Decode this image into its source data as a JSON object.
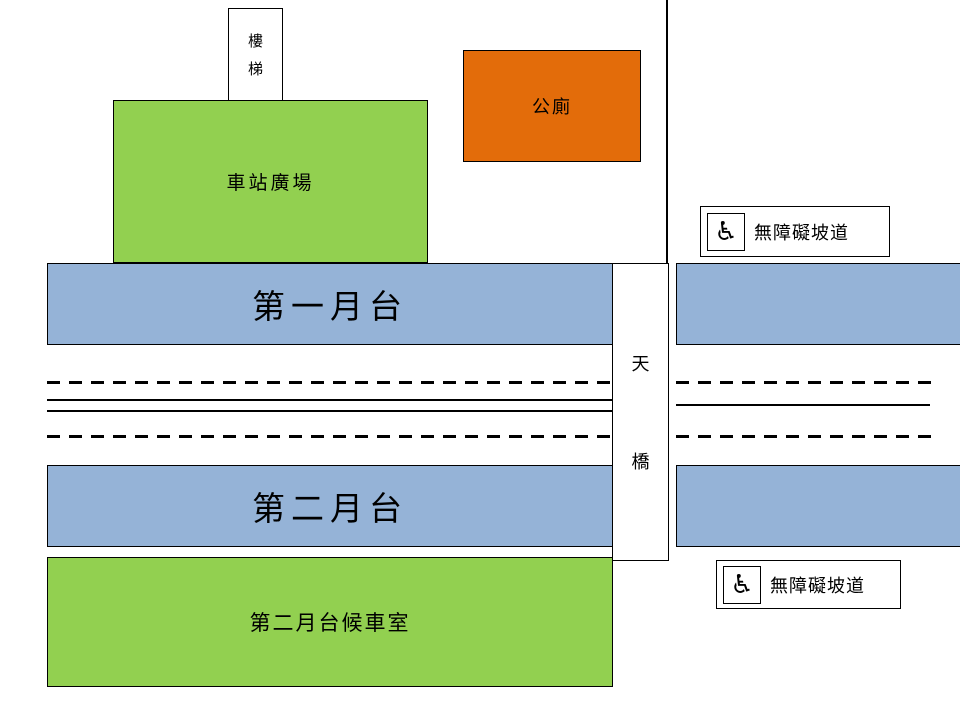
{
  "colors": {
    "plaza_green": "#92D050",
    "toilet_orange": "#E36C0A",
    "platform_blue": "#95B3D7",
    "line_black": "#000000"
  },
  "labels": {
    "stairs_char1": "樓",
    "stairs_char2": "梯",
    "plaza": "車站廣場",
    "toilet": "公廁",
    "platform1": "第一月台",
    "platform2": "第二月台",
    "footbridge_char1": "天",
    "footbridge_char2": "橋",
    "waiting_room": "第二月台候車室",
    "ramp_top": "無障礙坡道",
    "ramp_bottom": "無障礙坡道",
    "wheelchair_icon": "♿"
  }
}
